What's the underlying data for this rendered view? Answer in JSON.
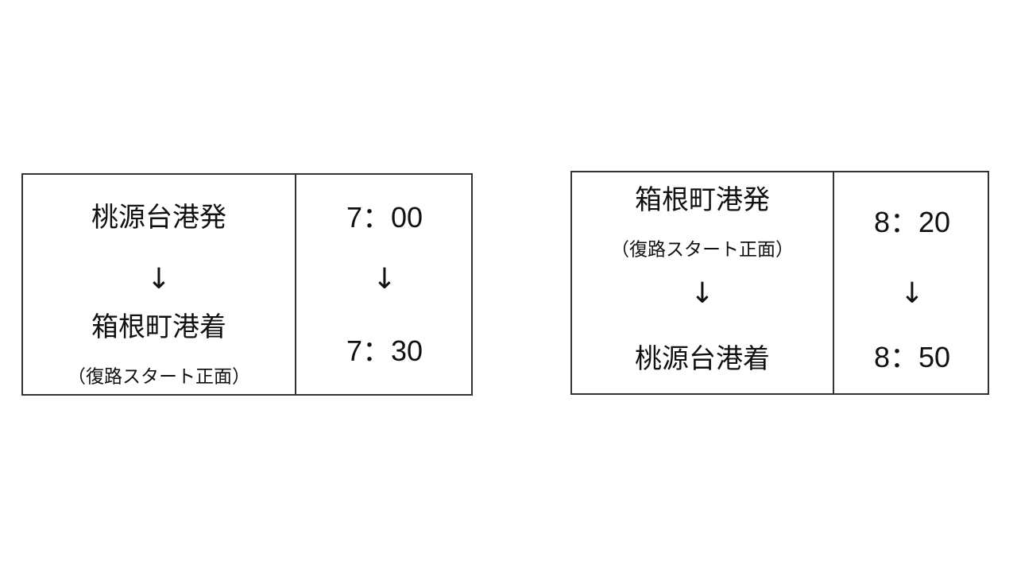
{
  "tables": [
    {
      "route": {
        "from": "桃源台港発",
        "arrow": "↓",
        "to": "箱根町港着",
        "note": "（復路スタート正面）"
      },
      "times": {
        "depart": "7：00",
        "arrow": "↓",
        "arrive": "7：30"
      }
    },
    {
      "route": {
        "from": "箱根町港発",
        "note": "（復路スタート正面）",
        "arrow": "↓",
        "to": "桃源台港着"
      },
      "times": {
        "depart": "8：20",
        "arrow": "↓",
        "arrive": "8：50"
      }
    }
  ]
}
